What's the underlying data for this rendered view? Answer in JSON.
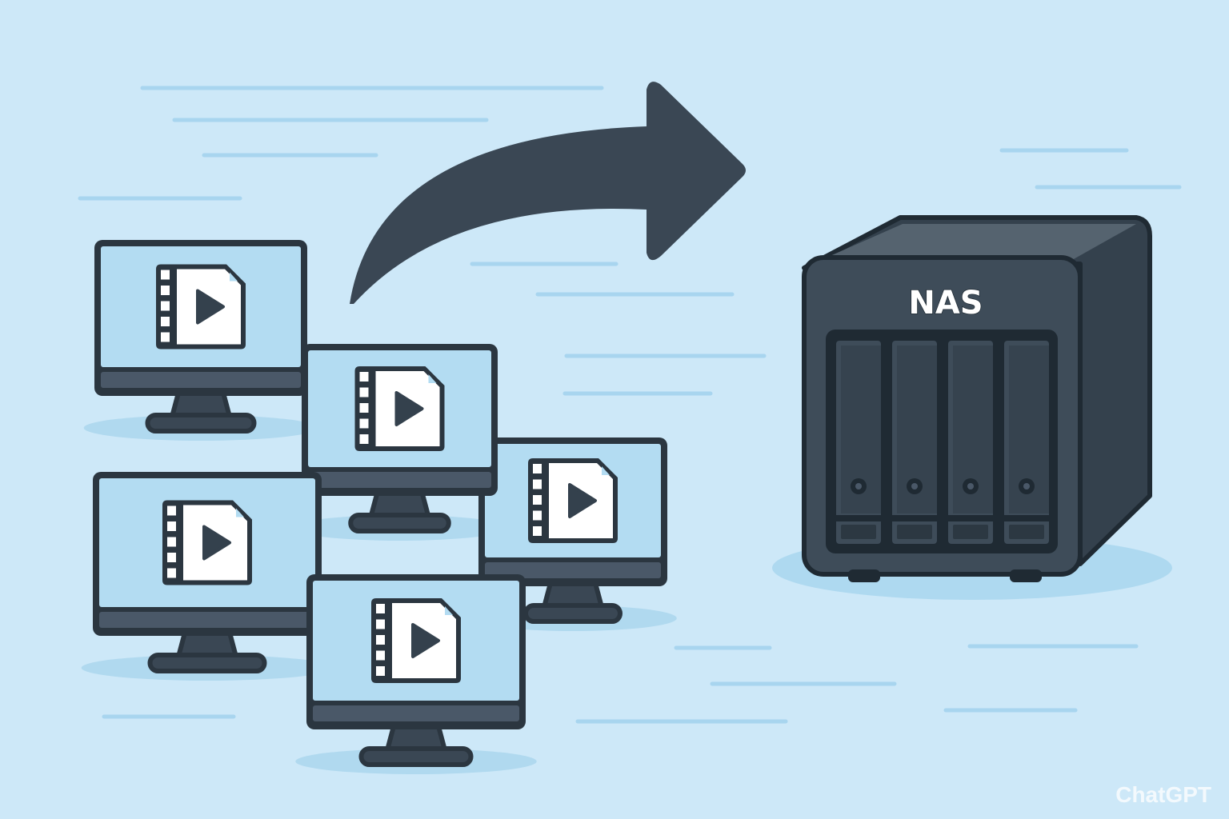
{
  "nas": {
    "label": "NAS",
    "bay_count": 4
  },
  "monitors": {
    "count": 5,
    "content": "video-file-icon"
  },
  "arrow": {
    "direction": "right"
  },
  "watermark": "ChatGPT",
  "colors": {
    "background": "#cde8f8",
    "streak": "#a8d5ef",
    "dark": "#2b3640",
    "screen": "#b3dcf2",
    "nas_body": "#3d4b58",
    "white": "#ffffff"
  }
}
